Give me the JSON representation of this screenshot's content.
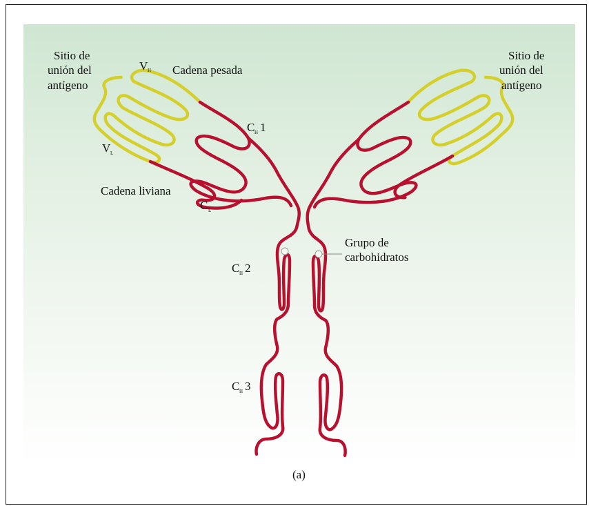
{
  "labels": {
    "site_left_1": "Sitio de",
    "site_left_2": "unión del",
    "site_left_3": "antígeno",
    "site_right_1": "Sitio de",
    "site_right_2": "unión del",
    "site_right_3": "antígeno",
    "vh_main": "V",
    "vh_sub": "H",
    "vl_main": "V",
    "vl_sub": "L",
    "heavy_chain": "Cadena pesada",
    "ch1_main": "C",
    "ch1_sub": "H",
    "ch1_num": "1",
    "light_chain": "Cadena liviana",
    "cl_main": "C",
    "cl_sub": "L",
    "carb_1": "Grupo de",
    "carb_2": "carbohidratos",
    "ch2_main": "C",
    "ch2_sub": "H",
    "ch2_num": "2",
    "ch3_main": "C",
    "ch3_sub": "H",
    "ch3_num": "3",
    "caption": "(a)"
  },
  "colors": {
    "constant_region": "#b8102f",
    "variable_region": "#d4cf2a",
    "background_top": "#cfe6d2",
    "background_bottom": "#ffffff"
  }
}
